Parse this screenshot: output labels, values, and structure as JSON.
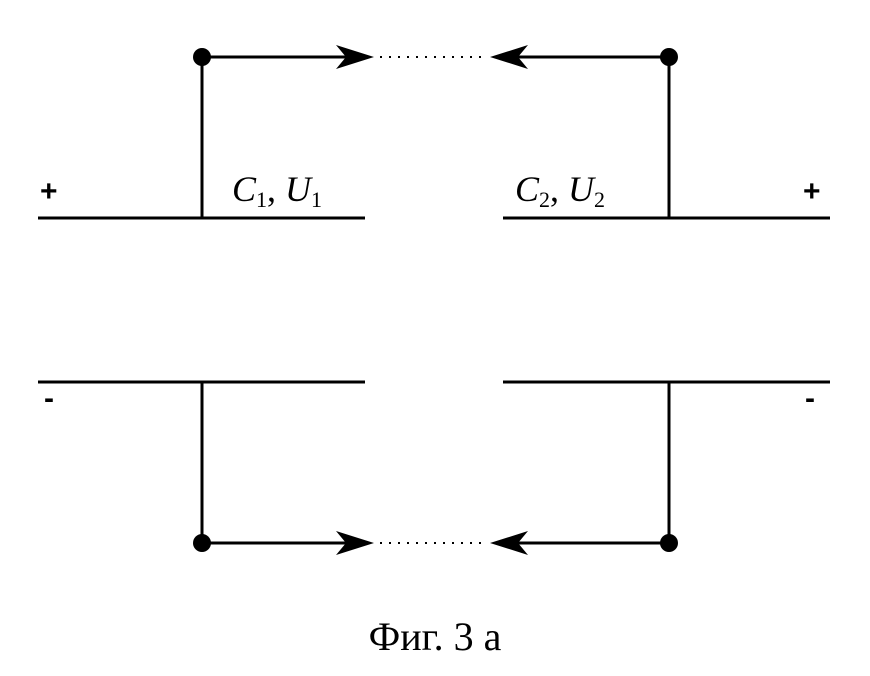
{
  "signs": {
    "left_top": "+",
    "right_top": "+",
    "left_bottom": "-",
    "right_bottom": "-"
  },
  "capacitor1": {
    "c": "C",
    "c_sub": "1",
    "sep": ", ",
    "u": "U",
    "u_sub": "1"
  },
  "capacitor2": {
    "c": "C",
    "c_sub": "2",
    "sep": ", ",
    "u": "U",
    "u_sub": "2"
  },
  "caption": "Фиг. 3 а"
}
